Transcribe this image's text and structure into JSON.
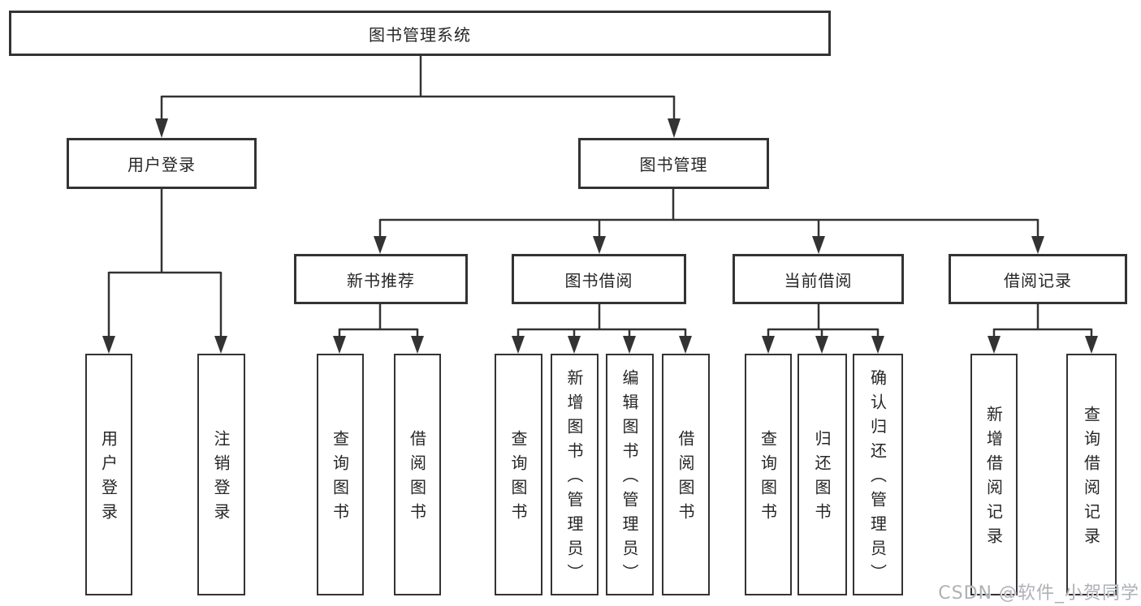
{
  "diagram": {
    "root": {
      "label": "图书管理系统"
    },
    "level2": [
      {
        "label": "用户登录"
      },
      {
        "label": "图书管理"
      }
    ],
    "level3": [
      {
        "label": "新书推荐"
      },
      {
        "label": "图书借阅"
      },
      {
        "label": "当前借阅"
      },
      {
        "label": "借阅记录"
      }
    ],
    "groups": [
      {
        "parent": "用户登录",
        "children": [
          "用户登录",
          "注销登录"
        ]
      },
      {
        "parent": "新书推荐",
        "children": [
          "查询图书",
          "借阅图书"
        ]
      },
      {
        "parent": "图书借阅",
        "children": [
          "查询图书",
          "新增图书（管理员）",
          "编辑图书（管理员）",
          "借阅图书"
        ]
      },
      {
        "parent": "当前借阅",
        "children": [
          "查询图书",
          "归还图书",
          "确认归还（管理员）"
        ]
      },
      {
        "parent": "借阅记录",
        "children": [
          "新增借阅记录",
          "查询借阅记录"
        ]
      }
    ]
  },
  "watermark": {
    "text": "CSDN @软件_小贺同学"
  },
  "colors": {
    "box_border": "#333333",
    "text": "#262626",
    "connector": "#333333",
    "background": "#ffffff",
    "watermark": "#aeb1b5"
  }
}
